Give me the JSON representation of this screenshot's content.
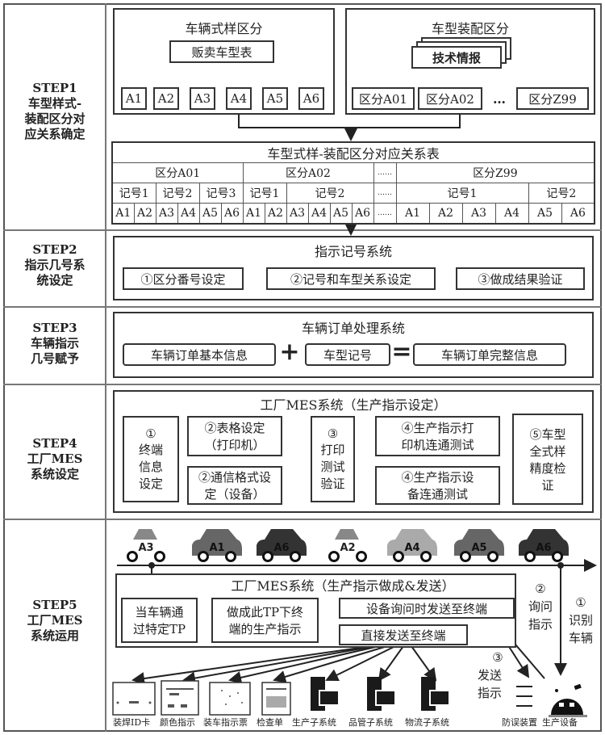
{
  "steps": [
    {
      "id": "STEP1",
      "label": "车型样式-装配区分对应关系确定",
      "lines": [
        "STEP1",
        "车型样式-",
        "装配区分对",
        "应关系确定"
      ]
    },
    {
      "id": "STEP2",
      "lines": [
        "STEP2",
        "指示几号系",
        "统设定"
      ]
    },
    {
      "id": "STEP3",
      "lines": [
        "STEP3",
        "车辆指示",
        "几号赋予"
      ]
    },
    {
      "id": "STEP4",
      "lines": [
        "STEP4",
        "工厂MES",
        "系统设定"
      ]
    },
    {
      "id": "STEP5",
      "lines": [
        "STEP5",
        "工厂MES",
        "系统运用"
      ]
    }
  ],
  "step1": {
    "left_title": "车辆式样区分",
    "sales_table": "贩卖车型表",
    "models": [
      "A1",
      "A2",
      "A3",
      "A4",
      "A5",
      "A6"
    ],
    "right_title": "车型装配区分",
    "tech_info": "技术情报",
    "divisions": [
      "区分A01",
      "区分A02",
      "…",
      "区分Z99"
    ],
    "table": {
      "title": "车型式样-装配区分对应关系表",
      "groups": [
        "区分A01",
        "区分A02",
        "……",
        "区分Z99"
      ],
      "marks": [
        "记号1",
        "记号2",
        "记号3",
        "记号1",
        "记号2",
        "……",
        "记号1",
        "记号2"
      ],
      "models_a01": [
        "A1",
        "A2",
        "A3",
        "A4",
        "A5",
        "A6"
      ],
      "models_a02": [
        "A1",
        "A2",
        "A3",
        "A4",
        "A5",
        "A6"
      ],
      "dots": "……",
      "models_z99": [
        "A1",
        "A2",
        "A3",
        "A4",
        "A5",
        "A6"
      ]
    }
  },
  "step2": {
    "title": "指示记号系统",
    "steps": [
      "①区分番号设定",
      "②记号和车型关系设定",
      "③做成结果验证"
    ]
  },
  "step3": {
    "title": "车辆订单处理系统",
    "a": "车辆订单基本信息",
    "plus": "+",
    "b": "车型记号",
    "eq": "=",
    "c": "车辆订单完整信息"
  },
  "step4": {
    "title": "工厂MES系统（生产指示设定）",
    "b1": [
      "①",
      "终端",
      "信息",
      "设定"
    ],
    "b2a": [
      "②表格设定",
      "（打印机）"
    ],
    "b2b": [
      "②通信格式设",
      "定（设备）"
    ],
    "b3": [
      "③",
      "打印",
      "测试",
      "验证"
    ],
    "b4a": [
      "④生产指示打",
      "印机连通测试"
    ],
    "b4b": [
      "④生产指示设",
      "备连通测试"
    ],
    "b5": [
      "⑤车型",
      "全式样",
      "精度检",
      "证"
    ]
  },
  "step5": {
    "cars": [
      "A3",
      "A1",
      "A6",
      "A2",
      "A4",
      "A5",
      "A6"
    ],
    "car_colors": [
      "#888888",
      "#666666",
      "#333333",
      "#888888",
      "#aaaaaa",
      "#666666",
      "#333333"
    ],
    "title": "工厂MES系统（生产指示做成&发送）",
    "pass": [
      "当车辆通",
      "过特定TP"
    ],
    "make": [
      "做成此TP下终",
      "端的生产指示"
    ],
    "on_query": "设备询问时发送至终端",
    "direct": "直接发送至终端",
    "identify": [
      "①",
      "识别",
      "车辆"
    ],
    "query": [
      "②",
      "询问",
      "指示"
    ],
    "send": [
      "③",
      "发送",
      "指示"
    ],
    "outputs": [
      "装焊ID卡",
      "颜色指示",
      "装车指示票",
      "检查单",
      "生产子系统",
      "品管子系统",
      "物流子系统"
    ],
    "devices": [
      "防误装置",
      "生产设备"
    ]
  }
}
